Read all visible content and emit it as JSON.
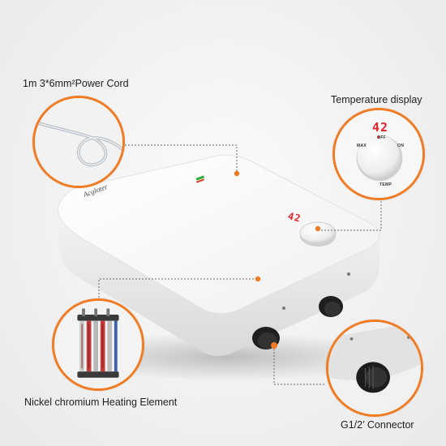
{
  "labels": {
    "power_cord": "1m 3*6mm²Power Cord",
    "temperature_display": "Temperature display",
    "heating_element": "Nickel chromium Heating Element",
    "connector": "G1/2’ Connector"
  },
  "display": {
    "temperature": "42"
  },
  "knob": {
    "off": "OFF",
    "max": "MAX",
    "on": "ON",
    "temp": "TEMP"
  },
  "brand": "Acgloter",
  "colors": {
    "accent": "#f07b22",
    "display_red": "#e3242b",
    "heater_body": "#ffffff"
  },
  "icons": [
    "power-cord-image",
    "temperature-knob-image",
    "heating-element-image",
    "connector-image",
    "water-heater-image"
  ]
}
